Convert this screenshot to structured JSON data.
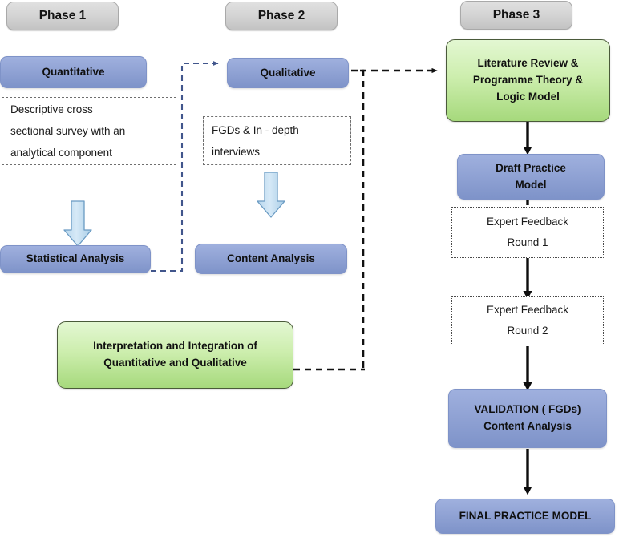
{
  "diagram": {
    "title": "Three-phase mixed-methods research design flowchart",
    "colors": {
      "phase_header_grey": "#d5d5d5",
      "process_blue": "#93a5d6",
      "highlight_green": "#cdeeae",
      "block_arrow_blue": "#c5ddf0",
      "connector_black": "#1a1a1a",
      "connector_navy": "#3f5487"
    },
    "phases": [
      {
        "id": "phase1",
        "label": "Phase 1"
      },
      {
        "id": "phase2",
        "label": "Phase 2"
      },
      {
        "id": "phase3",
        "label": "Phase 3"
      }
    ],
    "nodes": {
      "quantitative": {
        "lines": [
          "Quantitative"
        ],
        "style": "blue"
      },
      "descriptive": {
        "lines": [
          "Descriptive cross",
          "sectional survey with an",
          "analytical component"
        ],
        "style": "dash-dot"
      },
      "statistical": {
        "lines": [
          "Statistical Analysis"
        ],
        "style": "blue"
      },
      "qualitative": {
        "lines": [
          "Qualitative"
        ],
        "style": "blue"
      },
      "fgds": {
        "lines": [
          "FGDs & In - depth",
          "interviews"
        ],
        "style": "dash-dot"
      },
      "content": {
        "lines": [
          "Content Analysis"
        ],
        "style": "blue"
      },
      "interpretation": {
        "lines": [
          "Interpretation and Integration of",
          "Quantitative and Qualitative"
        ],
        "style": "green"
      },
      "literature": {
        "lines": [
          "Literature Review &",
          "Programme Theory &",
          "Logic Model"
        ],
        "style": "green"
      },
      "draft": {
        "lines": [
          "Draft Practice",
          "Model"
        ],
        "style": "blue"
      },
      "feedback1": {
        "lines": [
          "Expert Feedback",
          "Round 1"
        ],
        "style": "dotted"
      },
      "feedback2": {
        "lines": [
          "Expert Feedback",
          "Round 2"
        ],
        "style": "dotted"
      },
      "validation": {
        "lines": [
          "VALIDATION ( FGDs)",
          "Content Analysis"
        ],
        "style": "blue"
      },
      "final": {
        "lines": [
          "FINAL PRACTICE MODEL"
        ],
        "style": "blue"
      }
    },
    "connectors": [
      {
        "id": "quantitative-to-statistical",
        "kind": "block-arrow-down"
      },
      {
        "id": "fgds-to-content",
        "kind": "block-arrow-down"
      },
      {
        "id": "statistical-to-qualitative",
        "kind": "dashed-elbow-navy"
      },
      {
        "id": "content-to-literature",
        "kind": "dashed-elbow-black"
      },
      {
        "id": "interpretation-to-phase3",
        "kind": "dashed-elbow-black"
      },
      {
        "id": "literature-to-draft",
        "kind": "solid-arrow-down"
      },
      {
        "id": "draft-to-feedback1",
        "kind": "solid-arrow-down"
      },
      {
        "id": "feedback1-to-feedback2",
        "kind": "solid-arrow-down"
      },
      {
        "id": "feedback2-to-validation",
        "kind": "solid-arrow-down"
      },
      {
        "id": "validation-to-final",
        "kind": "solid-arrow-down"
      }
    ]
  }
}
